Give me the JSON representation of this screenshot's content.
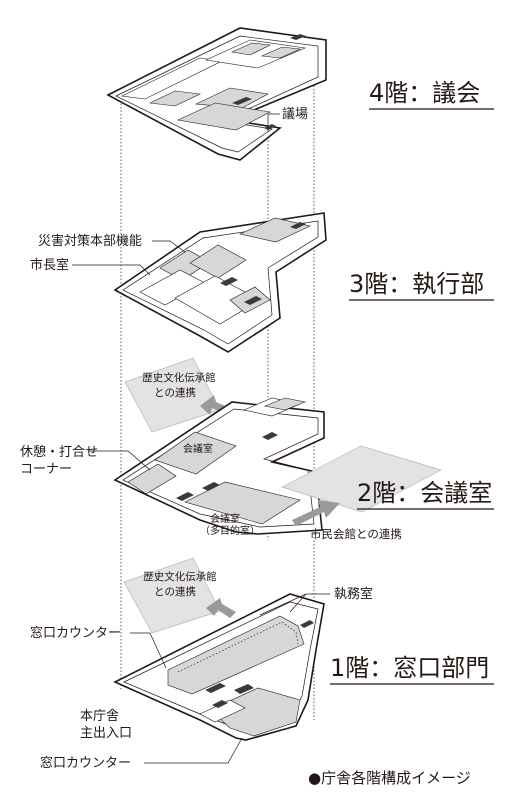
{
  "floors": [
    {
      "title": "4階：議会",
      "callouts": [
        "議場"
      ]
    },
    {
      "title": "3階：執行部",
      "callouts": [
        "災害対策本部機能",
        "市長室"
      ]
    },
    {
      "title": "2階：会議室",
      "callouts": [
        "休憩・打合せ",
        "コーナー"
      ],
      "rooms": [
        "会議室",
        "会議室",
        "（多目的室）"
      ],
      "links": [
        {
          "box_lines": [
            "歴史文化伝承館",
            "との連携"
          ]
        },
        {
          "label": "市民会館との連携"
        }
      ]
    },
    {
      "title": "1階：窓口部門",
      "callouts": [
        "執務室",
        "窓口カウンター",
        "本庁舎",
        "主出入口",
        "窓口カウンター"
      ],
      "links": [
        {
          "box_lines": [
            "歴史文化伝承館",
            "との連携"
          ]
        }
      ]
    }
  ],
  "caption": "●庁舎各階構成イメージ",
  "colors": {
    "ink": "#231815",
    "room_fill": "#d7d7d7",
    "link_box": "#e3e3e3",
    "arrow": "#9a9a9a"
  }
}
